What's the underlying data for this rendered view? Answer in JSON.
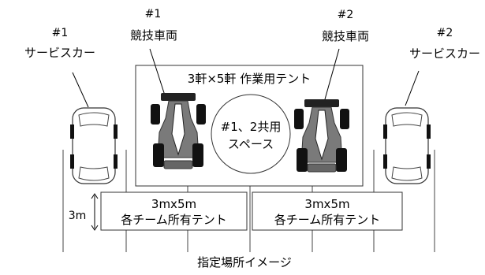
{
  "labels": {
    "service_car_1_number": "#1",
    "service_car_1_name": "サービスカー",
    "race_car_1_number": "#1",
    "race_car_1_name": "競技車両",
    "race_car_2_number": "#2",
    "race_car_2_name": "競技車両",
    "service_car_2_number": "#2",
    "service_car_2_name": "サービスカー",
    "work_tent": "3軒×5軒 作業用テント",
    "shared_space_line1": "#1、2共用",
    "shared_space_line2": "スペース",
    "dimension": "3m",
    "team_tent_1_size": "3mx5m",
    "team_tent_1_name": "各チーム所有テント",
    "team_tent_2_size": "3mx5m",
    "team_tent_2_name": "各チーム所有テント",
    "caption": "指定場所イメージ"
  },
  "colors": {
    "outline": "#000000",
    "car_body": "#7a7a7a",
    "car_tire": "#111111",
    "background": "#ffffff"
  }
}
